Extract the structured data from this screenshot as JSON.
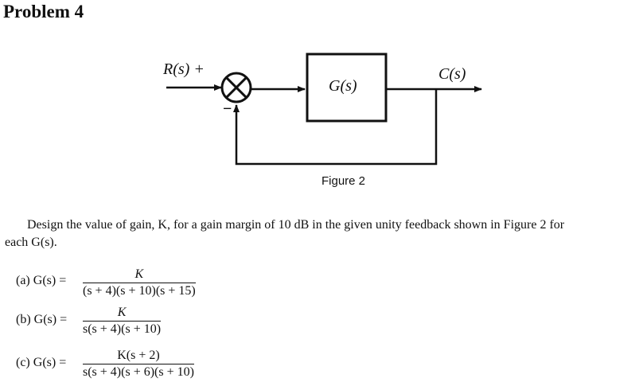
{
  "header": {
    "title": "Problem 4"
  },
  "diagram": {
    "input_label": "R(s) +",
    "minus_sign": "−",
    "block_label": "G(s)",
    "output_label": "C(s)",
    "caption": "Figure 2"
  },
  "statement": {
    "line1": "Design the value of gain, K, for a gain margin of 10 dB in the given unity feedback shown in Figure 2 for",
    "line2": "each G(s)."
  },
  "parts": [
    {
      "lhs": "(a) G(s) =",
      "numerator": "K",
      "denominator": "(s + 4)(s + 10)(s + 15)"
    },
    {
      "lhs": "(b) G(s) =",
      "numerator": "K",
      "denominator": "s(s + 4)(s + 10)"
    },
    {
      "lhs": "(c) G(s) =",
      "numerator": "K(s + 2)",
      "denominator": "s(s + 4)(s + 6)(s + 10)"
    }
  ]
}
